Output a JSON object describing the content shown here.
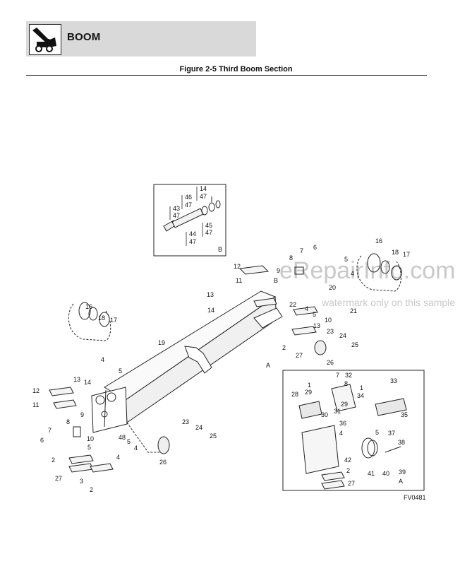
{
  "header": {
    "section_title": "BOOM",
    "icon": "telehandler-boom-icon"
  },
  "figure": {
    "title": "Figure 2-5 Third Boom Section",
    "code": "FV0481"
  },
  "watermark": {
    "main": "eRepairInfo.com",
    "sub": "watermark only on this sample"
  },
  "detail_b": {
    "id": "B",
    "callouts": [
      "14",
      "47",
      "46",
      "47",
      "43",
      "47",
      "45",
      "47",
      "44",
      "47"
    ]
  },
  "detail_a": {
    "id": "A",
    "callouts": [
      "1",
      "29",
      "7",
      "32",
      "8",
      "1",
      "34",
      "33",
      "28",
      "29",
      "31",
      "30",
      "35",
      "36",
      "4",
      "5",
      "37",
      "38",
      "42",
      "41",
      "40",
      "39",
      "2",
      "27"
    ]
  },
  "main": {
    "section_marker_b": "B",
    "section_marker_a": "A",
    "callouts": [
      "16",
      "18",
      "17",
      "19",
      "12",
      "11",
      "9",
      "8",
      "7",
      "6",
      "13",
      "14",
      "13",
      "14",
      "12",
      "11",
      "9",
      "8",
      "7",
      "6",
      "4",
      "5",
      "10",
      "5",
      "2",
      "27",
      "3",
      "2",
      "4",
      "48",
      "5",
      "4",
      "23",
      "24",
      "25",
      "26",
      "16",
      "18",
      "17",
      "5",
      "4",
      "20",
      "22",
      "4",
      "5",
      "10",
      "21",
      "13",
      "23",
      "24",
      "25",
      "2",
      "27",
      "26"
    ]
  }
}
